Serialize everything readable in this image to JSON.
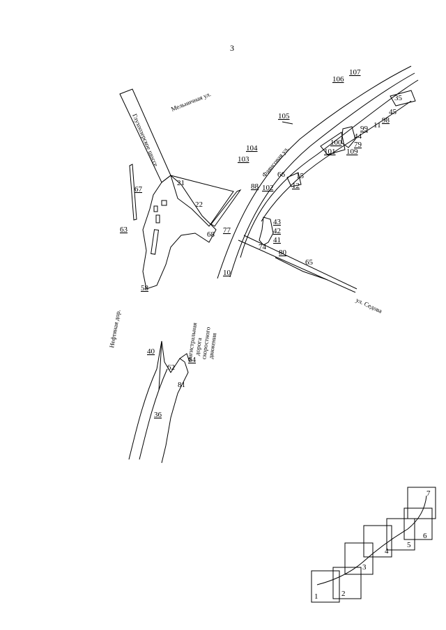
{
  "page_number": "3",
  "streets": {
    "melnichnaya": "Мельничная ул.",
    "glukhoozerskoe": "Глухоозерское шоссе",
    "fayansovaya": "Фаянсовая ул.",
    "selova": "ул. Седова",
    "neftyanaya": "Нефтяная дор.",
    "magistral": [
      "магистральная",
      "дорога",
      "скоростного",
      "движения"
    ]
  },
  "parcels": {
    "p107": "107",
    "p106": "106",
    "p35": "35",
    "p45": "45",
    "p98": "98",
    "p11": "11",
    "p99": "99",
    "p44": "44",
    "p79": "79",
    "p100": "100",
    "p101": "101",
    "p109": "109",
    "p105": "105",
    "p104": "104",
    "p103": "103",
    "p88": "88",
    "p66": "66",
    "p15": "15",
    "p12": "12",
    "p102": "102",
    "p21": "21",
    "p22": "22",
    "p67": "67",
    "p63": "63",
    "p68": "68",
    "p77": "77",
    "p43": "43",
    "p42": "42",
    "p41": "41",
    "p74": "74",
    "p80": "80",
    "p65": "65",
    "p10": "10",
    "p58": "58",
    "p40": "40",
    "p64": "64",
    "p62": "62",
    "p81": "81",
    "p36": "36"
  },
  "index_sheets": [
    "1",
    "2",
    "3",
    "4",
    "5",
    "6",
    "7"
  ]
}
